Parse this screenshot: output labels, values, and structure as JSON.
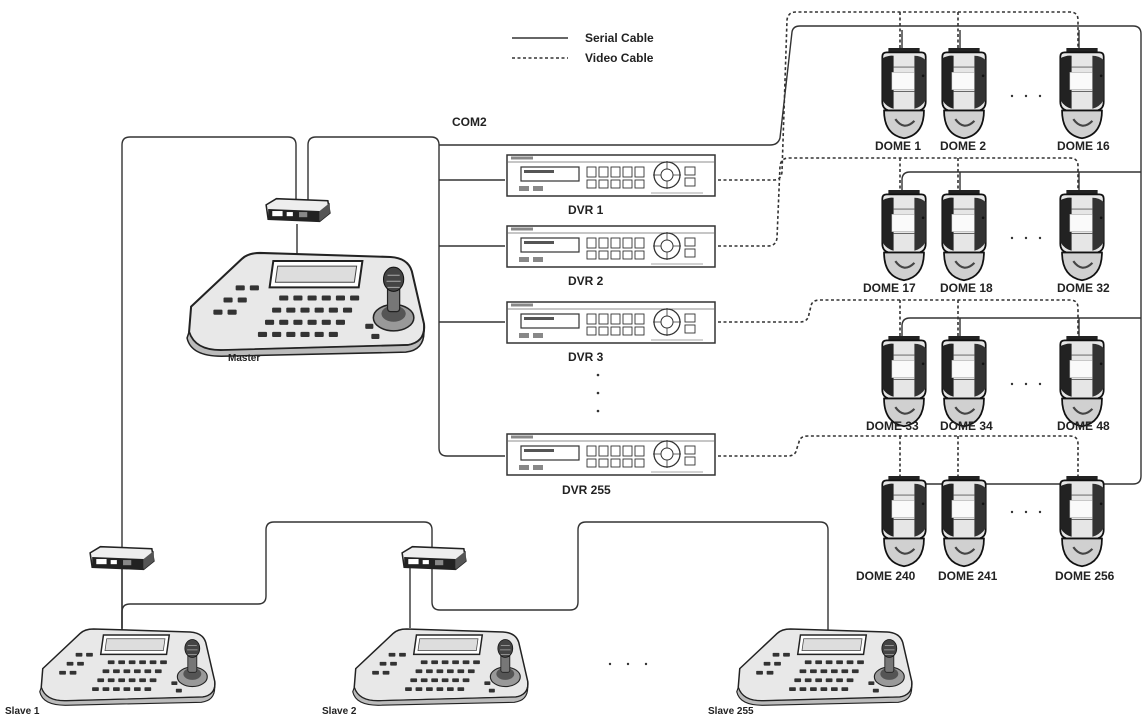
{
  "legend": {
    "serial_label": "Serial Cable",
    "video_label": "Video Cable"
  },
  "com_label": "COM2",
  "master_label": "Master",
  "dvrs": [
    {
      "label": "DVR 1"
    },
    {
      "label": "DVR 2"
    },
    {
      "label": "DVR 3"
    },
    {
      "label": "DVR 255"
    }
  ],
  "dome_rows": [
    {
      "domes": [
        {
          "label": "DOME 1"
        },
        {
          "label": "DOME 2"
        },
        {
          "label": "DOME 16"
        }
      ]
    },
    {
      "domes": [
        {
          "label": "DOME 17"
        },
        {
          "label": "DOME 18"
        },
        {
          "label": "DOME 32"
        }
      ]
    },
    {
      "domes": [
        {
          "label": "DOME 33"
        },
        {
          "label": "DOME 34"
        },
        {
          "label": "DOME 48"
        }
      ]
    },
    {
      "domes": [
        {
          "label": "DOME 240"
        },
        {
          "label": "DOME 241"
        },
        {
          "label": "DOME 256"
        }
      ]
    }
  ],
  "slaves": [
    {
      "label": "Slave 1"
    },
    {
      "label": "Slave 2"
    },
    {
      "label": "Slave 255"
    }
  ]
}
